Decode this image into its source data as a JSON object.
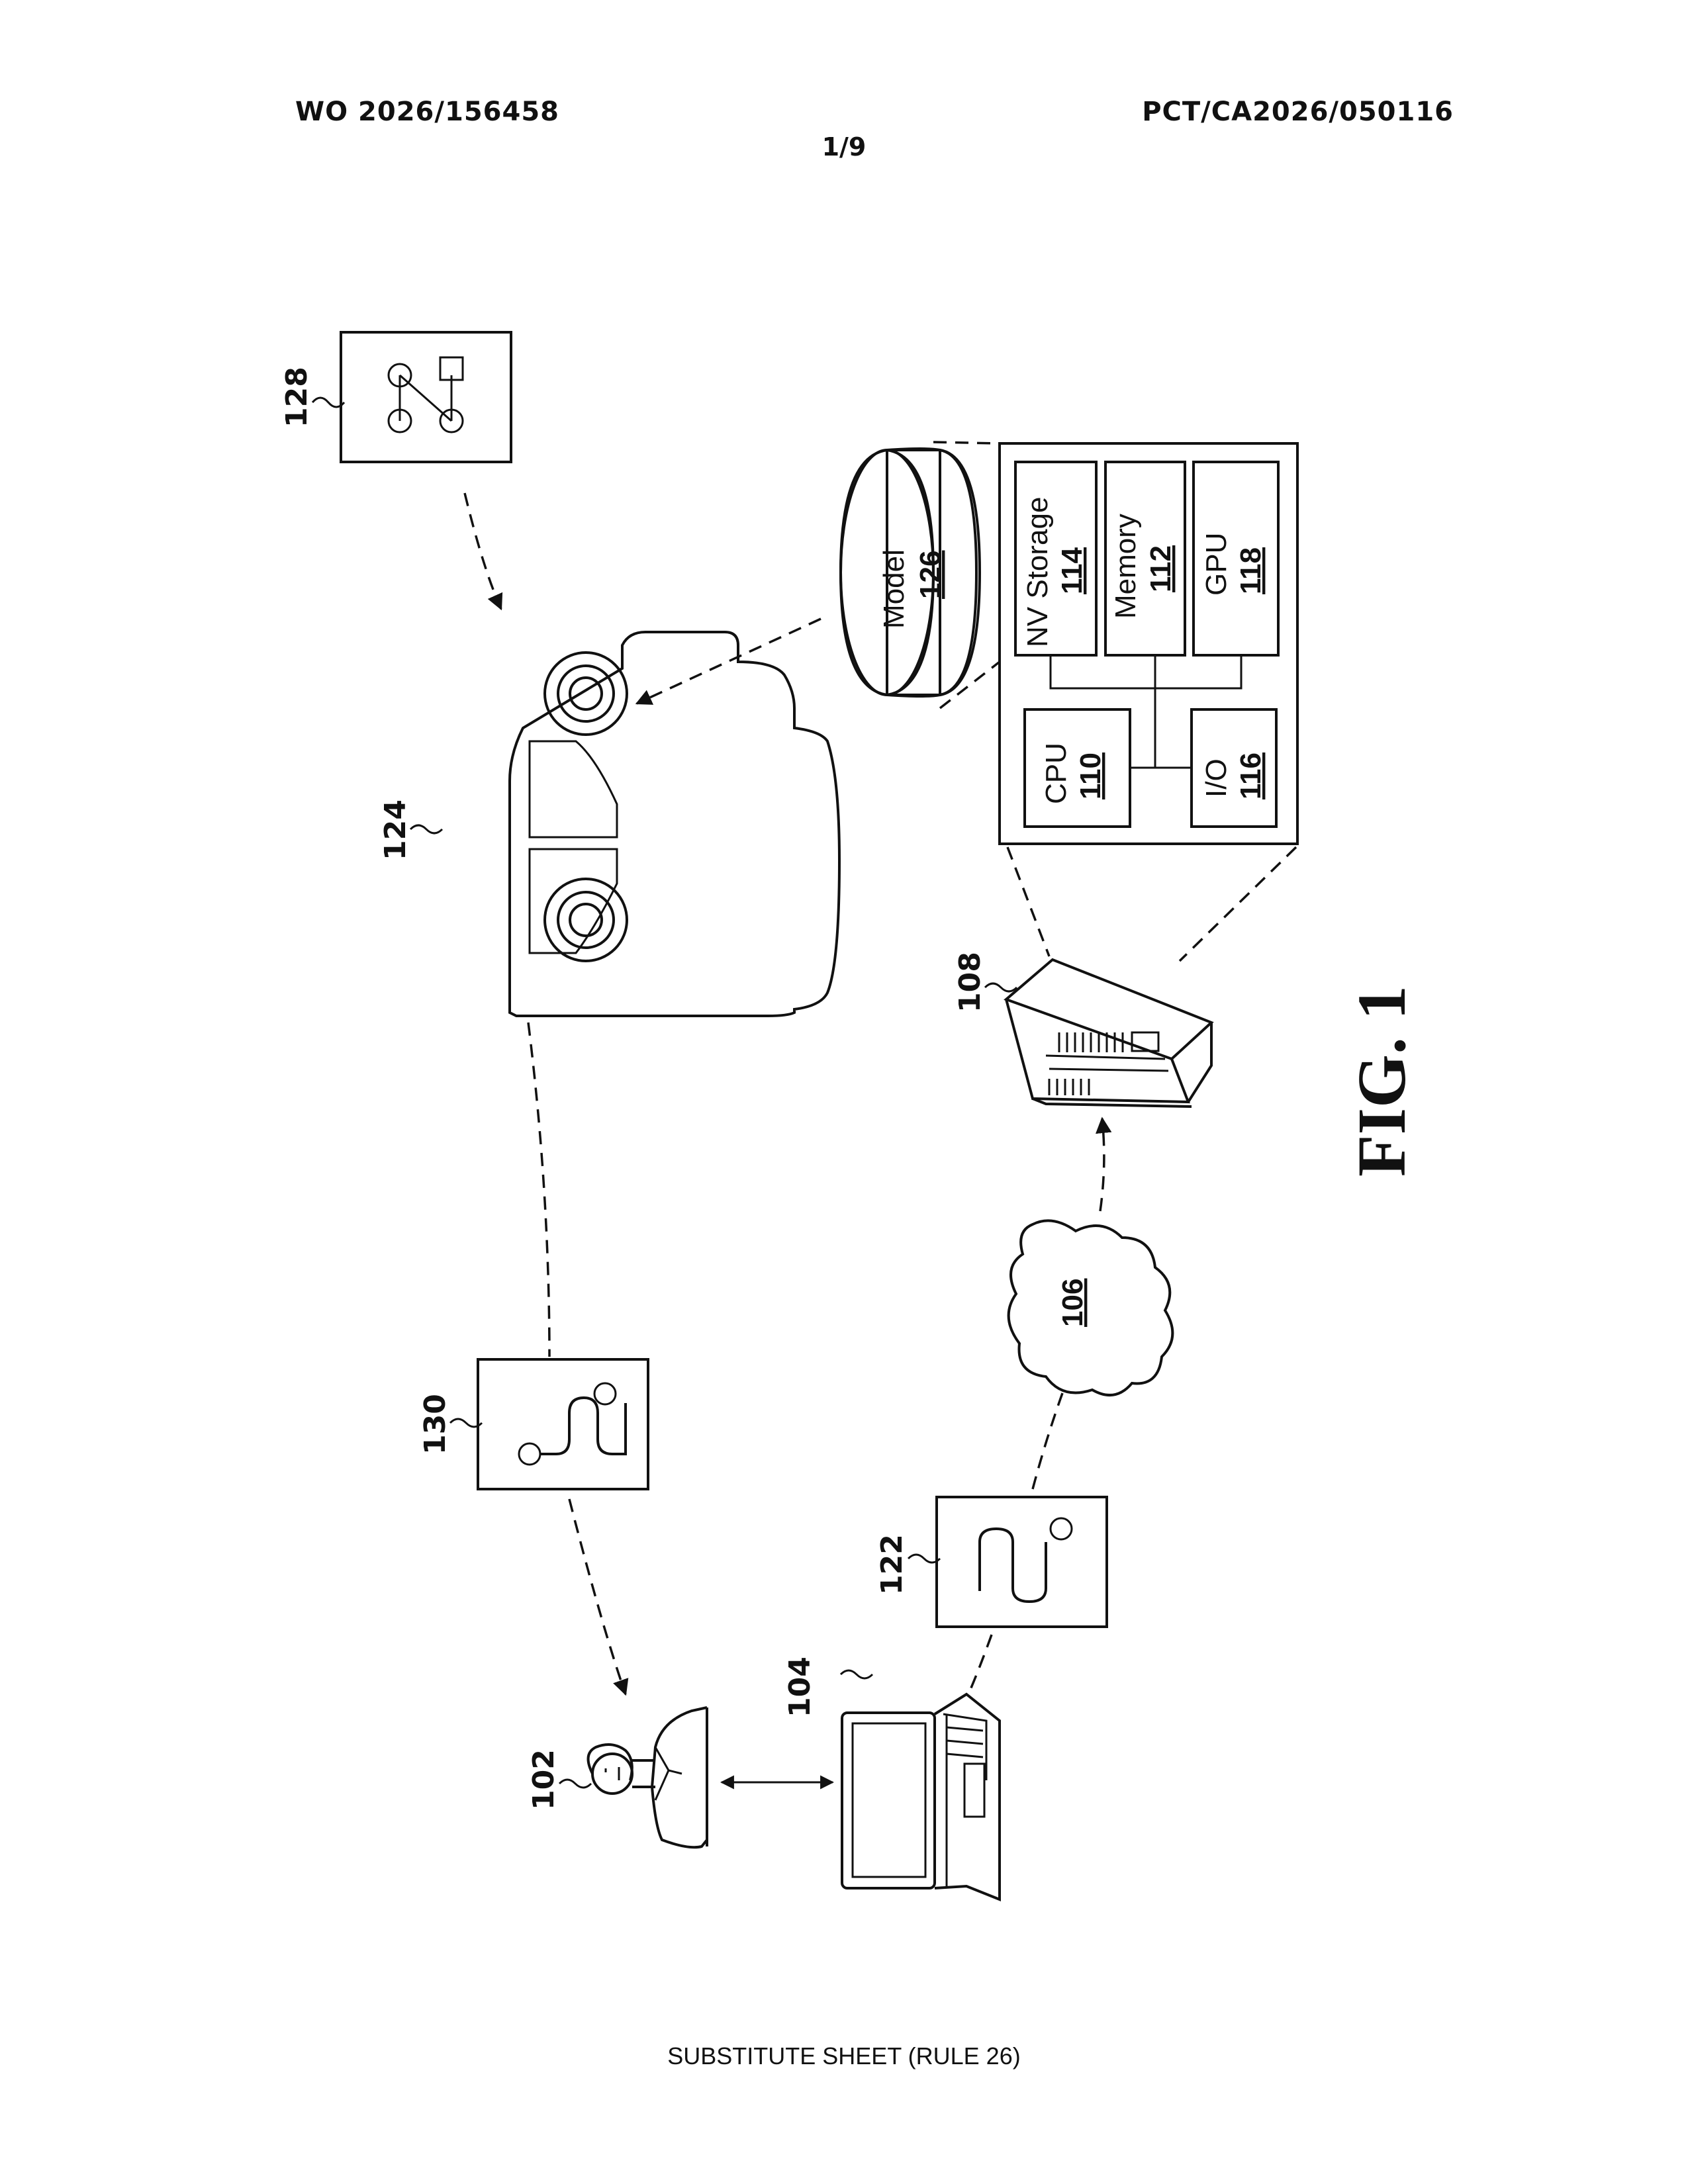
{
  "header": {
    "publication_number": "WO 2026/156458",
    "application_number": "PCT/CA2026/050116",
    "sheet": "1/9"
  },
  "footer": {
    "text": "SUBSTITUTE SHEET (RULE 26)"
  },
  "figure": {
    "label": "FIG. 1",
    "refs": {
      "r102": "102",
      "r104": "104",
      "r106": "106",
      "r108": "108",
      "r122": "122",
      "r124": "124",
      "r128": "128",
      "r130": "130"
    },
    "model": {
      "name": "Model",
      "ref": "126"
    },
    "components": {
      "nv_storage": {
        "name": "NV Storage",
        "ref": "114"
      },
      "memory": {
        "name": "Memory",
        "ref": "112"
      },
      "gpu": {
        "name": "GPU",
        "ref": "118"
      },
      "cpu": {
        "name": "CPU",
        "ref": "110"
      },
      "io": {
        "name": "I/O",
        "ref": "116"
      }
    }
  }
}
